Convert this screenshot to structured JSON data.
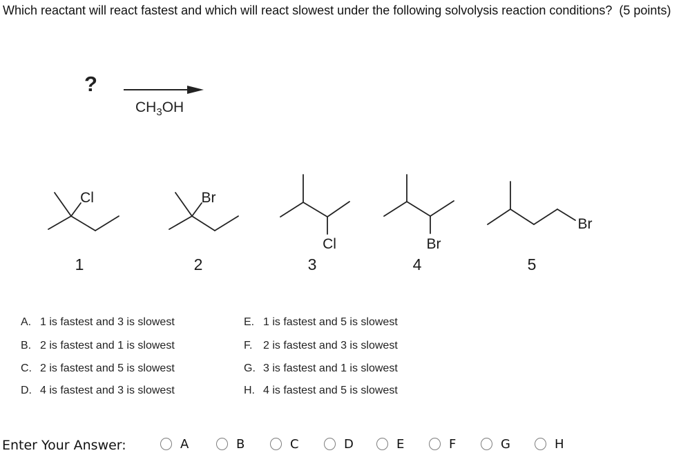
{
  "question": {
    "text": "Which reactant will react fastest and which will react slowest under the following solvolysis reaction conditions?  (5 points)"
  },
  "scheme": {
    "unknown_reactant": "?",
    "reagent_pre": "CH",
    "reagent_sub": "3",
    "reagent_post": "OH"
  },
  "structures": [
    {
      "number": "1",
      "halogen": "Cl"
    },
    {
      "number": "2",
      "halogen": "Br"
    },
    {
      "number": "3",
      "halogen": "Cl"
    },
    {
      "number": "4",
      "halogen": "Br"
    },
    {
      "number": "5",
      "halogen": "Br"
    }
  ],
  "options": [
    {
      "label": "A.",
      "text": "1 is fastest and 3 is slowest"
    },
    {
      "label": "B.",
      "text": "2 is fastest and 1 is slowest"
    },
    {
      "label": "C.",
      "text": "2 is fastest and 5 is slowest"
    },
    {
      "label": "D.",
      "text": "4 is fastest and 3 is slowest"
    },
    {
      "label": "E.",
      "text": "1 is fastest and 5 is slowest"
    },
    {
      "label": "F.",
      "text": "2 is fastest and 3 is slowest"
    },
    {
      "label": "G.",
      "text": "3 is fastest and 1 is slowest"
    },
    {
      "label": "H.",
      "text": "4 is fastest and 5 is slowest"
    }
  ],
  "answer_row": {
    "label": "Enter Your Answer:",
    "choices": [
      {
        "letter": "A"
      },
      {
        "letter": "B"
      },
      {
        "letter": "C"
      },
      {
        "letter": "D"
      },
      {
        "letter": "E"
      },
      {
        "letter": "F"
      },
      {
        "letter": "G"
      },
      {
        "letter": "H"
      }
    ]
  },
  "colors": {
    "ink": "#222222",
    "radio_border": "#7d7d7d",
    "background": "#ffffff"
  }
}
